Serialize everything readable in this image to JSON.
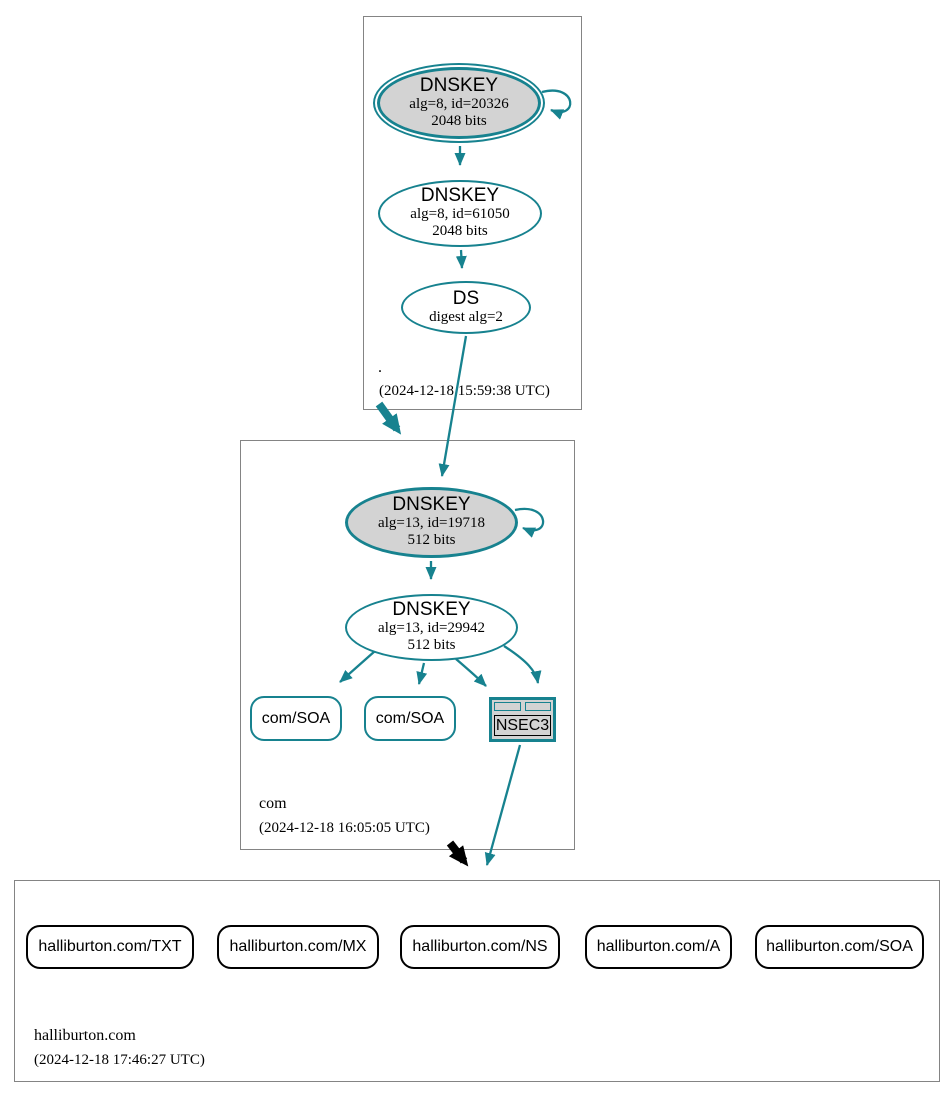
{
  "colors": {
    "edge_secure": "#17828f",
    "delegation_insecure": "#000000",
    "node_fill": "#d3d3d3",
    "box_border": "#848484"
  },
  "root_zone": {
    "name": ".",
    "timestamp": "(2024-12-18 15:59:38 UTC)",
    "ksk": {
      "type": "DNSKEY",
      "detail": "alg=8, id=20326",
      "size": "2048 bits"
    },
    "zsk": {
      "type": "DNSKEY",
      "detail": "alg=8, id=61050",
      "size": "2048 bits"
    },
    "ds": {
      "type": "DS",
      "detail": "digest alg=2"
    }
  },
  "com_zone": {
    "name": "com",
    "timestamp": "(2024-12-18 16:05:05 UTC)",
    "ksk": {
      "type": "DNSKEY",
      "detail": "alg=13, id=19718",
      "size": "512 bits"
    },
    "zsk": {
      "type": "DNSKEY",
      "detail": "alg=13, id=29942",
      "size": "512 bits"
    },
    "soa1": {
      "label": "com/SOA"
    },
    "soa2": {
      "label": "com/SOA"
    },
    "nsec3": {
      "label": "NSEC3"
    }
  },
  "halliburton_zone": {
    "name": "halliburton.com",
    "timestamp": "(2024-12-18 17:46:27 UTC)",
    "rrsets": [
      {
        "label": "halliburton.com/TXT"
      },
      {
        "label": "halliburton.com/MX"
      },
      {
        "label": "halliburton.com/NS"
      },
      {
        "label": "halliburton.com/A"
      },
      {
        "label": "halliburton.com/SOA"
      }
    ]
  }
}
